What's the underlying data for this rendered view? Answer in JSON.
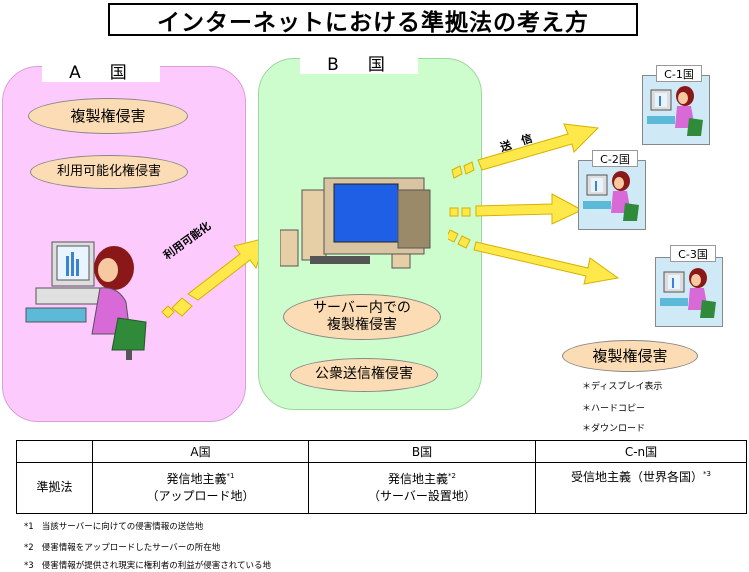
{
  "title": "インターネットにおける準拠法の考え方",
  "country_a": {
    "label": "A　国",
    "ovals": [
      "複製権侵害",
      "利用可能化権侵害"
    ],
    "arrow_label": "利用可能化"
  },
  "country_b": {
    "label": "B　国",
    "ovals": [
      "サーバー内での\n複製権侵害",
      "公衆送信権侵害"
    ],
    "arrow_label": "送　信"
  },
  "receivers": [
    "C-1国",
    "C-2国",
    "C-3国"
  ],
  "receiver_oval": "複製権侵害",
  "receiver_notes": [
    "＊ディスプレイ表示",
    "＊ハードコピー",
    "＊ダウンロード"
  ],
  "table": {
    "headers": [
      "",
      "A国",
      "B国",
      "C-n国"
    ],
    "row_label": "準拠法",
    "cells": [
      {
        "main": "発信地主義",
        "sup": "*1",
        "sub": "（アップロード地）"
      },
      {
        "main": "発信地主義",
        "sup": "*2",
        "sub": "（サーバー設置地）"
      },
      {
        "main": "受信地主義（世界各国）",
        "sup": "*3",
        "sub": ""
      }
    ]
  },
  "footnotes": [
    {
      "mark": "*1",
      "text": "当該サーバーに向けての侵害情報の送信地"
    },
    {
      "mark": "*2",
      "text": "侵害情報をアップロードしたサーバーの所在地"
    },
    {
      "mark": "*3",
      "text": "侵害情報が提供され現実に権利者の利益が侵害されている地"
    }
  ],
  "colors": {
    "region_a": "#fdcafe",
    "region_b": "#cdfccd",
    "oval": "#fcdcb4",
    "arrow": "#ffe84a",
    "arrow_edge": "#d8b000"
  }
}
